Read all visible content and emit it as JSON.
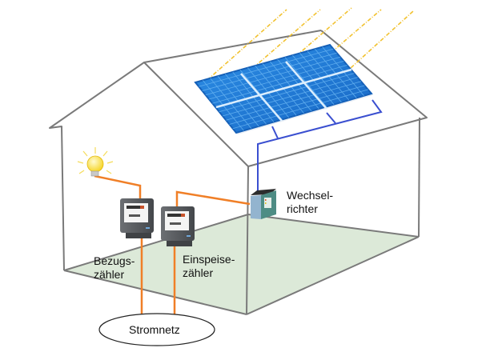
{
  "title": "Photovoltaik-Anlage mit Bezugs- und Einspeisezähler",
  "labels": {
    "inverter": [
      "Wechsel-",
      "richter"
    ],
    "consumption_meter": [
      "Bezugs-",
      "zähler"
    ],
    "feed_in_meter": [
      "Einspeise-",
      "zähler"
    ],
    "grid": "Stromnetz"
  },
  "colors": {
    "house_outline": "#7a7a7a",
    "floor": "#dce9d8",
    "ac_wire": "#f07f27",
    "dc_wire": "#3a4fd0",
    "sun_ray": "#f2c230",
    "panel": "#1f7bd6",
    "panel_frame": "#1560b8",
    "meter_body": "#5a5d61",
    "inverter_body": "#4e8c84",
    "inverter_side": "#93b4cf",
    "bulb": "#f7df2d",
    "grid_outline": "#222222"
  },
  "components": [
    {
      "name": "solar-panel",
      "description": "PV-Modul auf dem Dach"
    },
    {
      "name": "inverter",
      "description": "Wechselrichter"
    },
    {
      "name": "consumption-meter",
      "description": "Bezugszähler"
    },
    {
      "name": "feed-in-meter",
      "description": "Einspeisezähler"
    },
    {
      "name": "light-bulb",
      "description": "Verbraucher"
    },
    {
      "name": "grid",
      "description": "Stromnetz"
    }
  ]
}
